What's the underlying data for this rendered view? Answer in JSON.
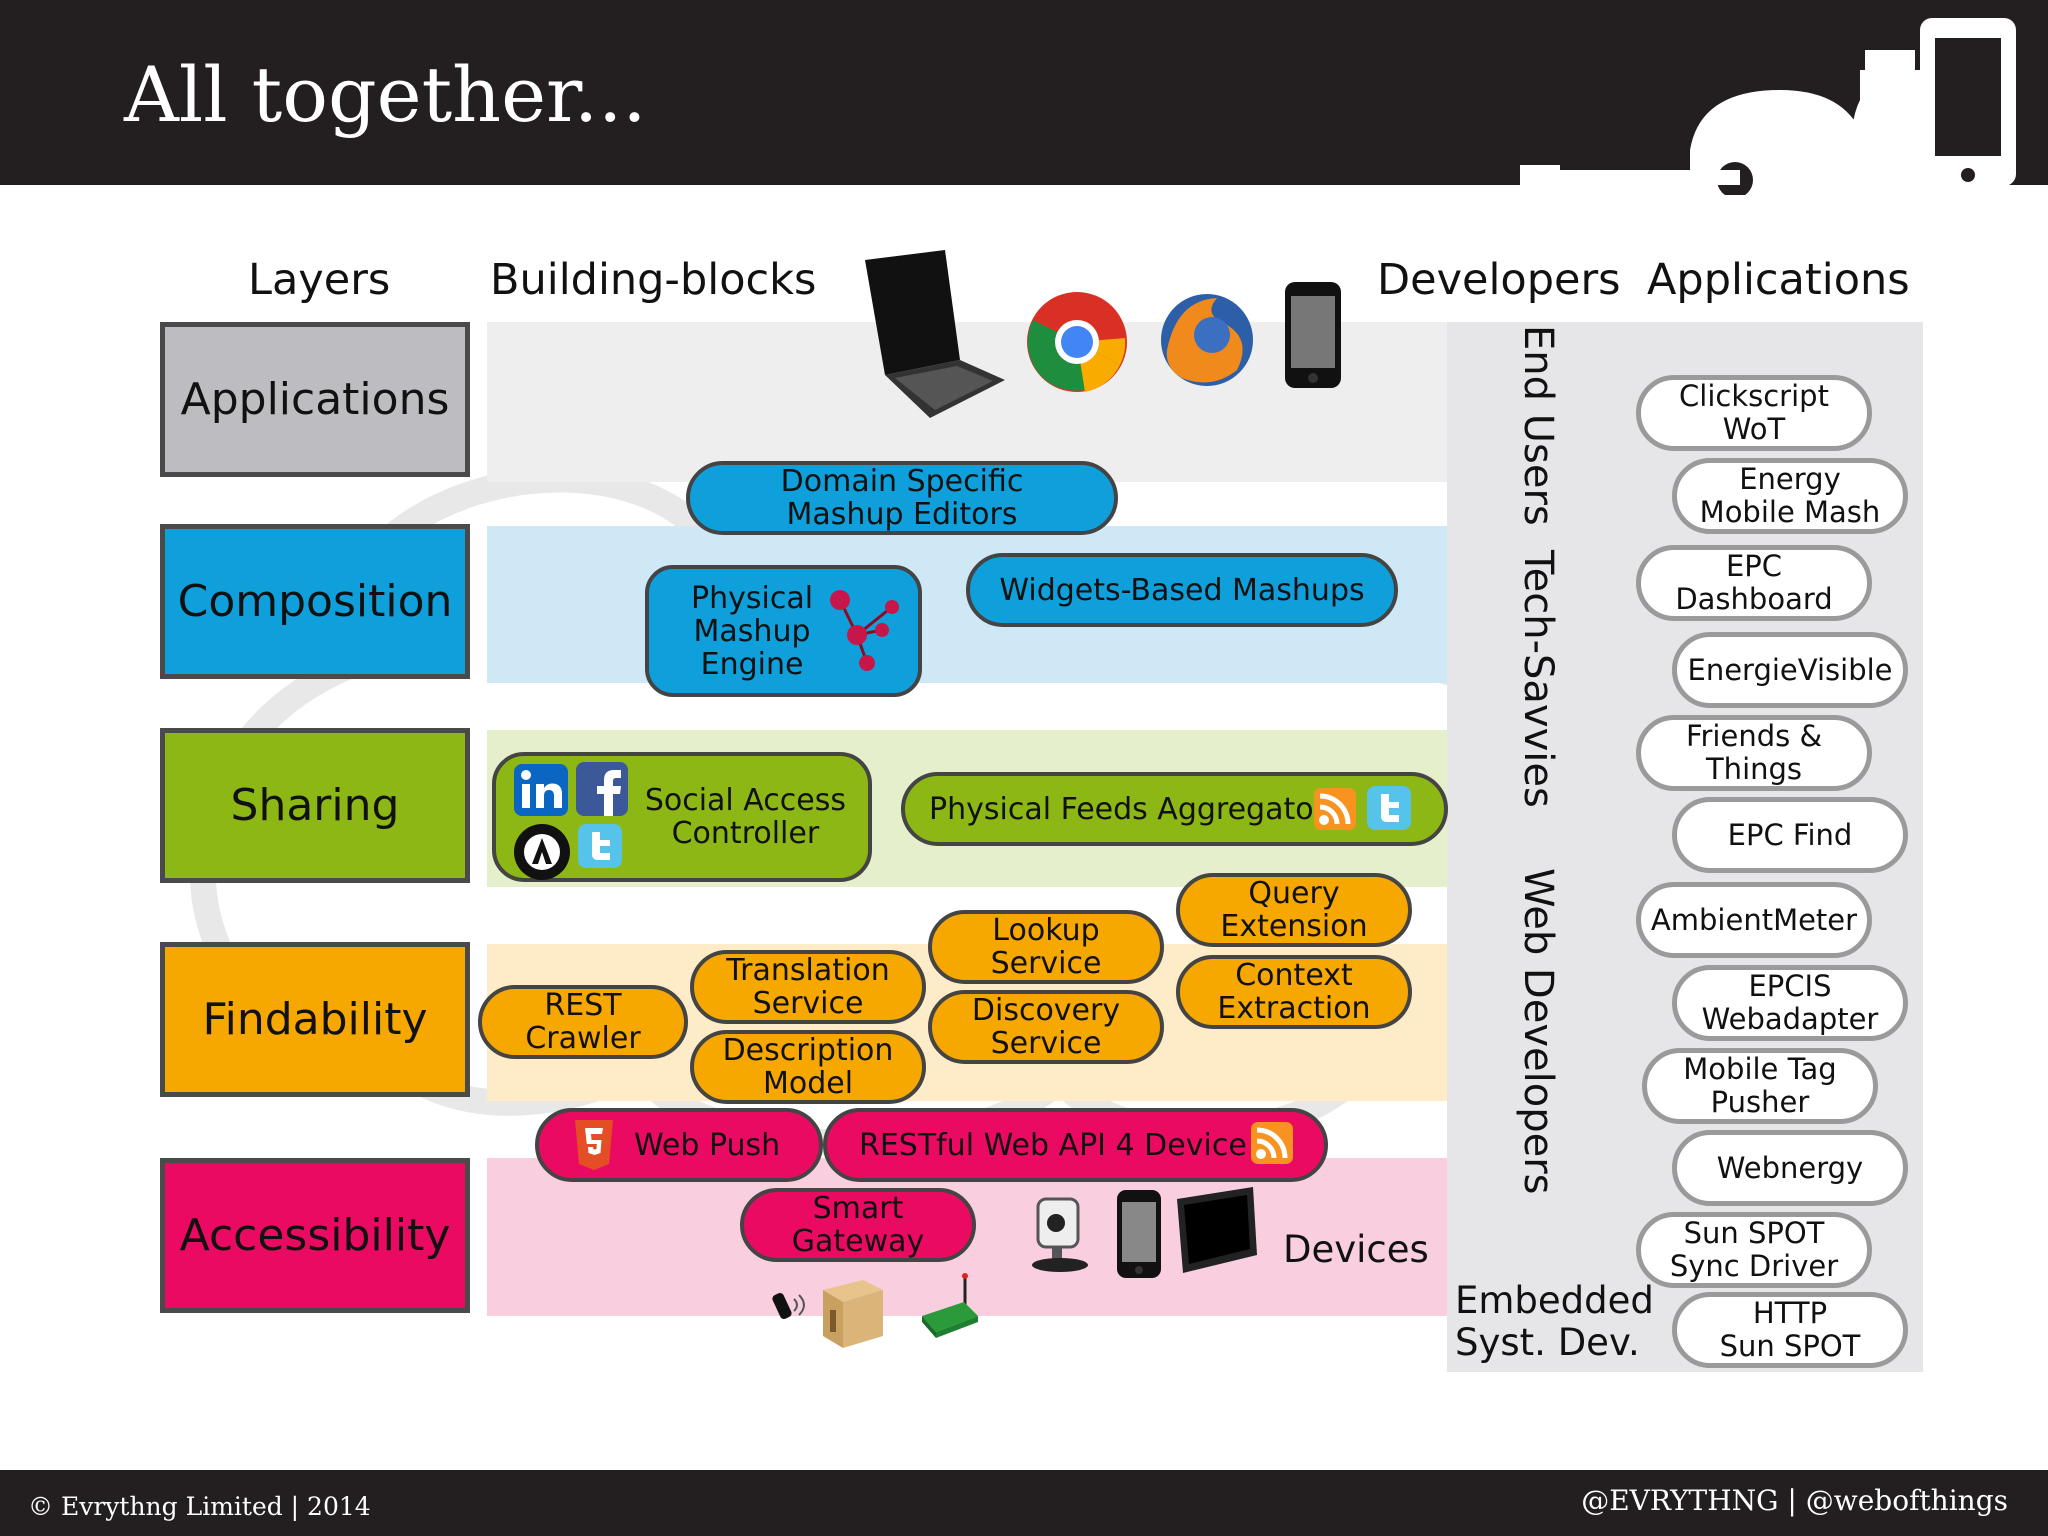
{
  "slide": {
    "title": "All together...",
    "copyright": "© Evrythng Limited | 2014",
    "handles": "@EVRYTHNG | @webofthings"
  },
  "headers": {
    "layers": "Layers",
    "building_blocks": "Building-blocks",
    "developers": "Developers",
    "applications": "Applications"
  },
  "layers": [
    "Applications",
    "Composition",
    "Sharing",
    "Findability",
    "Accessibility"
  ],
  "colors": {
    "applications": "#bdbcc1",
    "composition": "#0fa0dc",
    "sharing": "#8db714",
    "findability": "#f7a800",
    "accessibility": "#ea0a62"
  },
  "blocks": {
    "domain_specific": "Domain Specific\nMashup Editors",
    "physical_mashup": "Physical\nMashup\nEngine",
    "widgets": "Widgets-Based Mashups",
    "social_access": "Social Access\nController",
    "physical_feeds": "Physical Feeds Aggregator",
    "query_extension": "Query\nExtension",
    "lookup": "Lookup\nService",
    "context": "Context\nExtraction",
    "translation": "Translation\nService",
    "discovery": "Discovery\nService",
    "rest_crawler": "REST\nCrawler",
    "description": "Description\nModel",
    "web_push": "Web Push",
    "restful": "RESTful Web API 4 Device",
    "smart_gateway": "Smart Gateway",
    "devices": "Devices"
  },
  "developers": [
    "End Users",
    "Tech-Savvies",
    "Web Developers",
    "Embedded\nSyst. Dev."
  ],
  "applications": [
    "Clickscript\nWoT",
    "Energy\nMobile Mash",
    "EPC\nDashboard",
    "EnergieVisible",
    "Friends &\nThings",
    "EPC Find",
    "AmbientMeter",
    "EPCIS\nWebadapter",
    "Mobile Tag\nPusher",
    "Webnergy",
    "Sun SPOT\nSync Driver",
    "HTTP\nSun SPOT"
  ],
  "icons": [
    "laptop-icon",
    "chrome-icon",
    "firefox-icon",
    "smartphone-icon",
    "molecule-icon",
    "linkedin-icon",
    "facebook-icon",
    "oauth-icon",
    "twitter-icon",
    "rss-icon",
    "html5-icon",
    "camera-icon",
    "monitor-icon",
    "box-icon",
    "sensor-icon",
    "rfid-reader-icon"
  ]
}
